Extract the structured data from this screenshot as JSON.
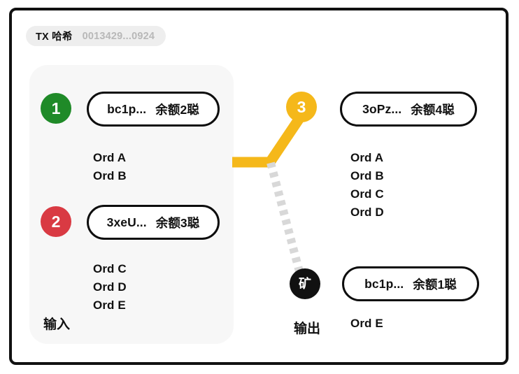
{
  "header": {
    "tx_label": "TX 哈希",
    "tx_value": "0013429...0924"
  },
  "input_section": {
    "label": "输入",
    "entries": [
      {
        "badge": "1",
        "badge_color": "#1f8a28",
        "address": "bc1p...",
        "amount": "余额2聪",
        "ordinals": [
          "Ord A",
          "Ord B"
        ]
      },
      {
        "badge": "2",
        "badge_color": "#d93a43",
        "address": "3xeU...",
        "amount": "余额3聪",
        "ordinals": [
          "Ord C",
          "Ord D",
          "Ord E"
        ]
      }
    ]
  },
  "output_section": {
    "label": "输出",
    "entries": [
      {
        "badge": "3",
        "badge_color": "#f5b81a",
        "address": "3oPz...",
        "amount": "余额4聪",
        "ordinals": [
          "Ord A",
          "Ord B",
          "Ord C",
          "Ord D"
        ]
      },
      {
        "badge": "矿",
        "badge_color": "#111111",
        "address": "bc1p...",
        "amount": "余额1聪",
        "ordinals": [
          "Ord E"
        ]
      }
    ]
  },
  "connectors": {
    "transfer_flow_color": "#f5b81a",
    "fee_flow_color": "#d4d4d4"
  }
}
